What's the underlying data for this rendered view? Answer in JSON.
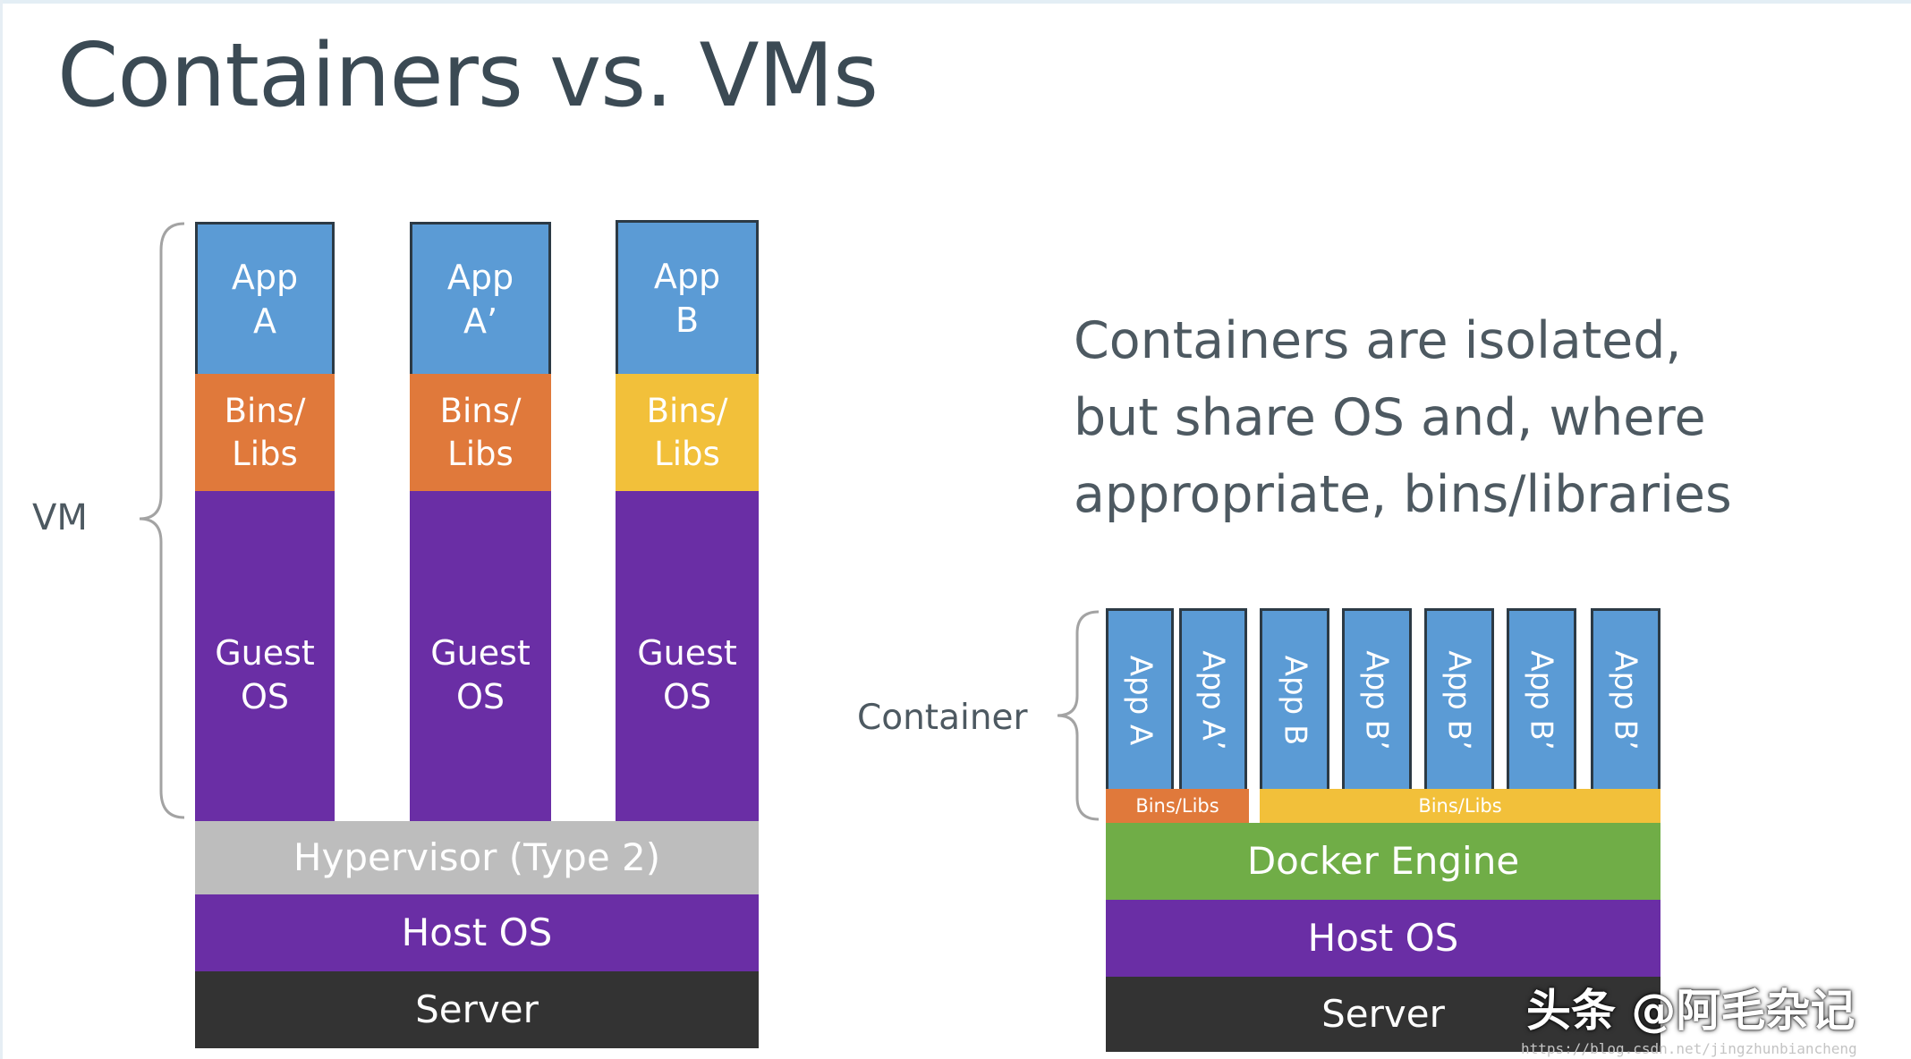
{
  "title": "Containers vs. VMs",
  "vm_diagram": {
    "label": "VM",
    "columns": [
      {
        "app": [
          "App",
          "A"
        ],
        "bins": [
          "Bins/",
          "Libs"
        ],
        "bins_color": "#e0793b",
        "guest": [
          "Guest",
          "OS"
        ]
      },
      {
        "app": [
          "App",
          "A’"
        ],
        "bins": [
          "Bins/",
          "Libs"
        ],
        "bins_color": "#e0793b",
        "guest": [
          "Guest",
          "OS"
        ]
      },
      {
        "app": [
          "App",
          "B"
        ],
        "bins": [
          "Bins/",
          "Libs"
        ],
        "bins_color": "#f2c03a",
        "guest": [
          "Guest",
          "OS"
        ]
      }
    ],
    "hypervisor": "Hypervisor (Type 2)",
    "host_os": "Host OS",
    "server": "Server"
  },
  "container_diagram": {
    "label": "Container",
    "apps": [
      "App A",
      "App A’",
      "App B",
      "App B’",
      "App B’",
      "App B’",
      "App B’"
    ],
    "bins_left": "Bins/Libs",
    "bins_right": "Bins/Libs",
    "engine": "Docker Engine",
    "host_os": "Host OS",
    "server": "Server"
  },
  "note": {
    "lines": [
      "Containers are isolated,",
      "but share OS and, where",
      "appropriate, bins/libraries"
    ]
  },
  "watermark": "头条 @阿毛杂记",
  "url": "https://blog.csdn.net/jingzhunbiancheng",
  "colors": {
    "app": "#5b9bd5",
    "bins_orange": "#e0793b",
    "bins_yellow": "#f2c03a",
    "guest_os": "#6a2ea5",
    "hypervisor": "#bdbdbd",
    "host_os": "#6a2ea5",
    "server": "#333333",
    "docker_engine": "#70ad47"
  }
}
